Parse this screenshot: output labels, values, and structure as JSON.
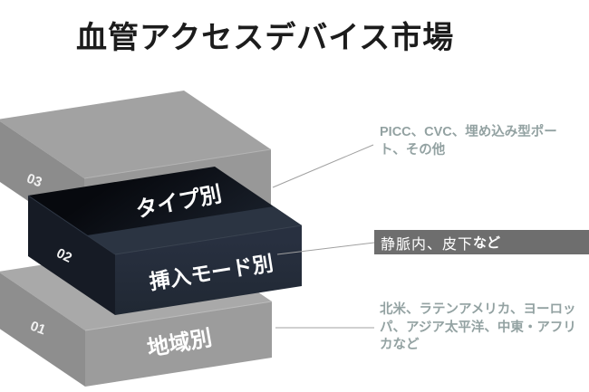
{
  "title": "血管アクセスデバイス市場",
  "stack": {
    "layers": [
      {
        "number": "03",
        "label": "タイプ別"
      },
      {
        "number": "02",
        "label": "挿入モード別"
      },
      {
        "number": "01",
        "label": "地域別"
      }
    ]
  },
  "annotations": {
    "type": {
      "text": "PICC、CVC、埋め込み型ポート、その他"
    },
    "insertion": {
      "text_head": "静脈内、皮下",
      "text_tail": "など"
    },
    "region": {
      "text": "北米、ラテンアメリカ、ヨーロッパ、アジア太平洋、中東・アフリカなど"
    }
  },
  "colors": {
    "title_text": "#1c1c1c",
    "annotation_text": "#93a2a2",
    "annotation_bar_bg": "#6e6e6e",
    "annotation_bar_text": "#ffffff",
    "gray_block_top": "#a9a9a9",
    "gray_block_front": "#9c9c9c",
    "gray_block_side": "#8e8e8e",
    "dark_block_top": "#0a0d13",
    "dark_block_front": "#242c39",
    "dark_block_side": "#161b25",
    "connector_line": "#a0a0a0"
  }
}
